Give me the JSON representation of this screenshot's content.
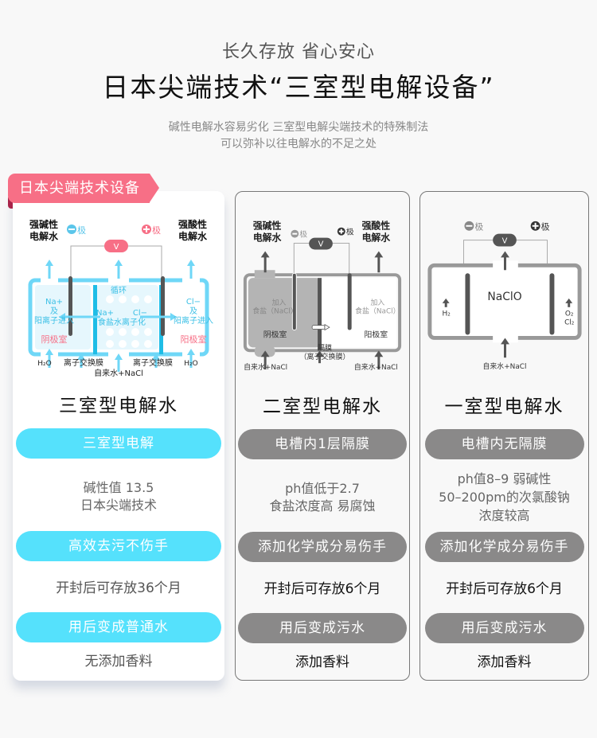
{
  "header": {
    "tagline": "长久存放 省心安心",
    "title": "日本尖端技术“三室型电解设备”",
    "description_line1": "碱性电解水容易劣化 三室型电解尖端技术的特殊制法",
    "description_line2": "可以弥补以往电解水的不足之处"
  },
  "colors": {
    "accent_pink": "#f76f86",
    "accent_blue": "#55e1fc",
    "neutral_gray": "#8a8989",
    "background": "#f8f8f8"
  },
  "cards": [
    {
      "badge": "日本尖端技术设备",
      "diagram": {
        "left_output": [
          "强碱性",
          "电解水"
        ],
        "right_output": [
          "强酸性",
          "电解水"
        ],
        "neg_pole": "极",
        "pos_pole": "极",
        "voltage": "V",
        "circulation": "循环",
        "left_ion": [
          "Na+",
          "及",
          "阳离子进入"
        ],
        "left_chamber": "阴极室",
        "center_ions_na": "Na+",
        "center_ions_cl": "Cl−",
        "center_text": "食盐水离子化",
        "right_ion": [
          "Cl−",
          "及",
          "阳离子进入"
        ],
        "right_chamber": "阳极室",
        "h2o_left": "H₂O",
        "h2o_right": "H₂O",
        "membrane_left": "离子交换膜",
        "membrane_right": "离子交换膜",
        "input": "自来水+NaCl"
      },
      "title": "三室型电解水",
      "pill_1": "三室型电解",
      "info_1": [
        "碱性值  13.5",
        "日本尖端技术"
      ],
      "pill_2": "高效去污不伤手",
      "info_2": "开封后可存放36个月",
      "pill_3": "用后变成普通水",
      "info_3": "无添加香料"
    },
    {
      "diagram": {
        "left_output": [
          "强碱性",
          "电解水"
        ],
        "right_output": [
          "强酸性",
          "电解水"
        ],
        "neg_pole": "极",
        "pos_pole": "极",
        "voltage": "V",
        "left_add": [
          "加入",
          "食盐（NaCl）"
        ],
        "left_chamber": "阴极室",
        "right_add": [
          "加入",
          "食盐（NaCl）"
        ],
        "right_chamber": "阳极室",
        "input_left": "自来水+NaCl",
        "input_right": "自来水+NaCl",
        "membrane": [
          "隔膜",
          "（离子交换膜）"
        ]
      },
      "title": "二室型电解水",
      "pill_1": "电槽内1层隔膜",
      "info_1": [
        "ph值低于2.7",
        "食盐浓度高 易腐蚀"
      ],
      "pill_2": "添加化学成分易伤手",
      "info_2": "开封后可存放6个月",
      "pill_3": "用后变成污水",
      "info_3": "添加香料"
    },
    {
      "diagram": {
        "neg_pole": "极",
        "pos_pole": "极",
        "voltage": "V",
        "product": "NaClO",
        "left_gas": "H₂",
        "right_gas": [
          "O₂",
          "Cl₂"
        ],
        "input": "自来水+NaCl"
      },
      "title": "一室型电解水",
      "pill_1": "电槽内无隔膜",
      "info_1": [
        "ph值8–9 弱碱性",
        "50–200pm的次氯酸钠",
        "浓度较高"
      ],
      "pill_2": "添加化学成分易伤手",
      "info_2": "开封后可存放6个月",
      "pill_3": "用后变成污水",
      "info_3": "添加香料"
    }
  ]
}
